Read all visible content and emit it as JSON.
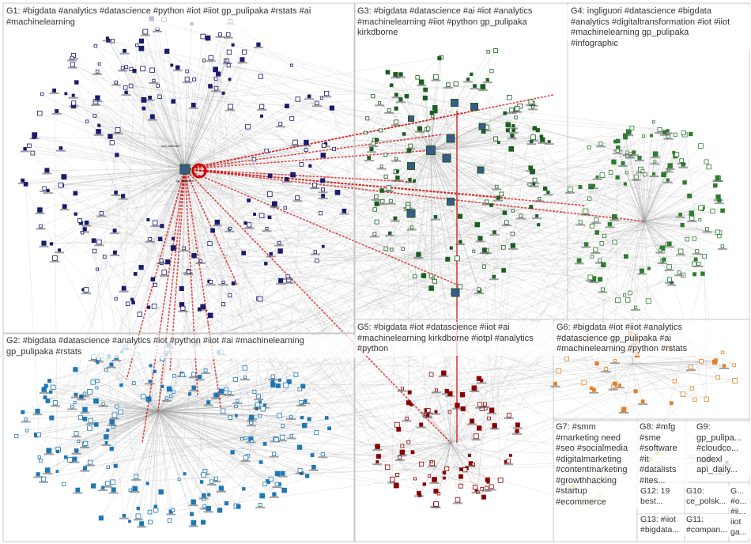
{
  "groups": [
    {
      "id": "g1",
      "label": "G1: #bigdata #analytics #datascience #python #iot #iiot gp_pulipaka #rstats #ai\n#machinelearning",
      "color": "#1a1a6e"
    },
    {
      "id": "g2",
      "label": "G2: #bigdata #datascience #analytics #iot #python #iiot #ai #machinelearning\ngp_pulipaka #rstats",
      "color": "#1f78b4"
    },
    {
      "id": "g3",
      "label": "G3: #bigdata #datascience #ai #iot #analytics\n#machinelearning #iiot #python gp_pulipaka\nkirkdborne",
      "color": "#1b5e20"
    },
    {
      "id": "g4",
      "label": "G4: ingliguori #datascience #bigdata\n#analytics #digitaltransformation #iot #iiot\n#machinelearning gp_pulipaka\n#infographic",
      "color": "#2e7d32"
    },
    {
      "id": "g5",
      "label": "G5: #bigdata #iot #datascience #iiot #ai\n#machinelearning kirkdborne #iotpl #analytics\n#python",
      "color": "#8b0000"
    },
    {
      "id": "g6",
      "label": "G6: #bigdata #iot #iiot #analytics\n#datascience gp_pulipaka #ai\n#machinelearning #python #rstats",
      "color": "#e67e22"
    },
    {
      "id": "g7",
      "label": "G7: #smm\n#marketing need\n#seo #socialmedia\n#digitalmarketing\n#contentmarketing\n#growthhacking\n#startup\n#ecommerce",
      "color": "#f1c40f"
    },
    {
      "id": "g8",
      "label": "G8: #mfg\n#sme\n#software #it\n#datalists\n#ites...",
      "color": "#9acd32"
    },
    {
      "id": "g9",
      "label": "G9:\ngp_pulipa...\n#cloudco...\nnodexl\napi_daily...",
      "color": "#8e44ad"
    },
    {
      "id": "g10",
      "label": "G10:\nce_polsk...",
      "color": "#7f7f7f"
    },
    {
      "id": "g11",
      "label": "G11:\n#compan...",
      "color": "#7f7f7f"
    },
    {
      "id": "g12",
      "label": "G12: 19\nbest...",
      "color": "#7f7f7f"
    },
    {
      "id": "g13",
      "label": "G13: #iiot\n#bigdata...",
      "color": "#7f7f7f"
    },
    {
      "id": "g14",
      "label": "G...\n#o...\n#ii...\niiot\nga...",
      "color": "#7f7f7f"
    }
  ],
  "colors": {
    "edge": "#9a9a9a",
    "hub_edge": "#d40000",
    "cluster_border": "#c8c8c8"
  },
  "hub_labels": {
    "g1_hub": "gp_pulipaka",
    "g1_side": "dan_kiel1180"
  }
}
